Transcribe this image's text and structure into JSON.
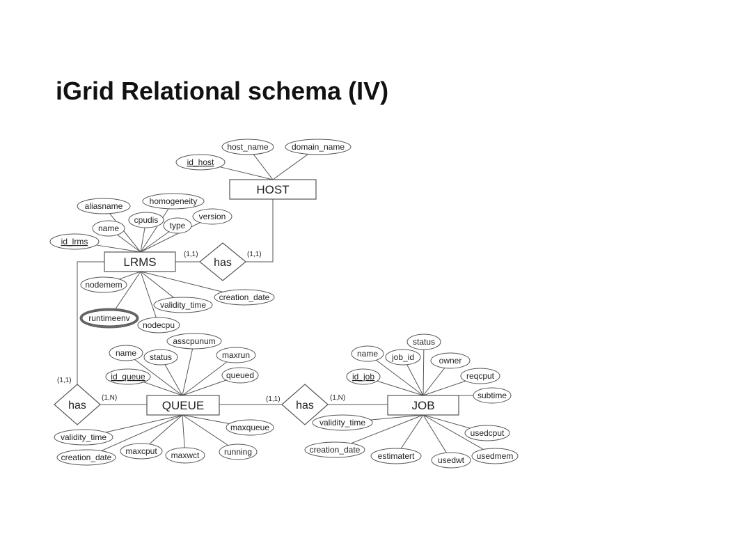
{
  "slide": {
    "title": "iGrid Relational schema (IV)"
  },
  "colors": {
    "stroke": "#555555",
    "text": "#222222",
    "highlight": "#666666"
  },
  "diagram": {
    "entities": [
      {
        "id": "HOST",
        "label": "HOST"
      },
      {
        "id": "LRMS",
        "label": "LRMS"
      },
      {
        "id": "QUEUE",
        "label": "QUEUE"
      },
      {
        "id": "JOB",
        "label": "JOB"
      }
    ],
    "relationships": [
      {
        "id": "has1",
        "label": "has"
      },
      {
        "id": "has2",
        "label": "has"
      },
      {
        "id": "has3",
        "label": "has"
      }
    ],
    "attributes": [
      {
        "id": "host_name",
        "label": "host_name",
        "entity": "HOST"
      },
      {
        "id": "domain_name",
        "label": "domain_name",
        "entity": "HOST"
      },
      {
        "id": "id_host",
        "label": "id_host",
        "entity": "HOST",
        "key": true
      },
      {
        "id": "aliasname",
        "label": "aliasname",
        "entity": "LRMS"
      },
      {
        "id": "homogeneity",
        "label": "homogeneity",
        "entity": "LRMS"
      },
      {
        "id": "cpudis",
        "label": "cpudis",
        "entity": "LRMS"
      },
      {
        "id": "name_lrms",
        "label": "name",
        "entity": "LRMS"
      },
      {
        "id": "type",
        "label": "type",
        "entity": "LRMS"
      },
      {
        "id": "version",
        "label": "version",
        "entity": "LRMS"
      },
      {
        "id": "id_lrms",
        "label": "id_lrms",
        "entity": "LRMS",
        "key": true
      },
      {
        "id": "nodemem",
        "label": "nodemem",
        "entity": "LRMS"
      },
      {
        "id": "creation_date_lrms",
        "label": "creation_date",
        "entity": "LRMS"
      },
      {
        "id": "validity_time_lrms",
        "label": "validity_time",
        "entity": "LRMS"
      },
      {
        "id": "runtimeenv",
        "label": "runtimeenv",
        "entity": "LRMS",
        "multivalued": true
      },
      {
        "id": "nodecpu",
        "label": "nodecpu",
        "entity": "LRMS"
      },
      {
        "id": "asscpunum",
        "label": "asscpunum",
        "entity": "QUEUE"
      },
      {
        "id": "name_queue",
        "label": "name",
        "entity": "QUEUE"
      },
      {
        "id": "status_queue",
        "label": "status",
        "entity": "QUEUE"
      },
      {
        "id": "maxrun",
        "label": "maxrun",
        "entity": "QUEUE"
      },
      {
        "id": "id_queue",
        "label": "id_queue",
        "entity": "QUEUE",
        "key": true
      },
      {
        "id": "queued",
        "label": "queued",
        "entity": "QUEUE"
      },
      {
        "id": "maxqueue",
        "label": "maxqueue",
        "entity": "QUEUE"
      },
      {
        "id": "validity_time_queue",
        "label": "validity_time",
        "entity": "QUEUE"
      },
      {
        "id": "creation_date_queue",
        "label": "creation_date",
        "entity": "QUEUE"
      },
      {
        "id": "maxcput",
        "label": "maxcput",
        "entity": "QUEUE"
      },
      {
        "id": "maxwct",
        "label": "maxwct",
        "entity": "QUEUE"
      },
      {
        "id": "running",
        "label": "running",
        "entity": "QUEUE"
      },
      {
        "id": "status_job",
        "label": "status",
        "entity": "JOB"
      },
      {
        "id": "name_job",
        "label": "name",
        "entity": "JOB"
      },
      {
        "id": "job_id",
        "label": "job_id",
        "entity": "JOB"
      },
      {
        "id": "owner",
        "label": "owner",
        "entity": "JOB"
      },
      {
        "id": "reqcput",
        "label": "reqcput",
        "entity": "JOB"
      },
      {
        "id": "id_job",
        "label": "id_job",
        "entity": "JOB",
        "key": true
      },
      {
        "id": "subtime",
        "label": "subtime",
        "entity": "JOB"
      },
      {
        "id": "validity_time_job",
        "label": "validity_time",
        "entity": "JOB"
      },
      {
        "id": "usedcput",
        "label": "usedcput",
        "entity": "JOB"
      },
      {
        "id": "creation_date_job",
        "label": "creation_date",
        "entity": "JOB"
      },
      {
        "id": "usedmem",
        "label": "usedmem",
        "entity": "JOB"
      },
      {
        "id": "estimatert",
        "label": "estimatert",
        "entity": "JOB"
      },
      {
        "id": "usedwt",
        "label": "usedwt",
        "entity": "JOB"
      }
    ],
    "cardinalities": [
      {
        "id": "c_lrms_has1",
        "label": "(1,1)"
      },
      {
        "id": "c_host_has1",
        "label": "(1,1)"
      },
      {
        "id": "c_lrms_has2",
        "label": "(1,1)"
      },
      {
        "id": "c_queue_has2",
        "label": "(1,N)"
      },
      {
        "id": "c_queue_has3",
        "label": "(1,1)"
      },
      {
        "id": "c_job_has3",
        "label": "(1,N)"
      }
    ]
  }
}
